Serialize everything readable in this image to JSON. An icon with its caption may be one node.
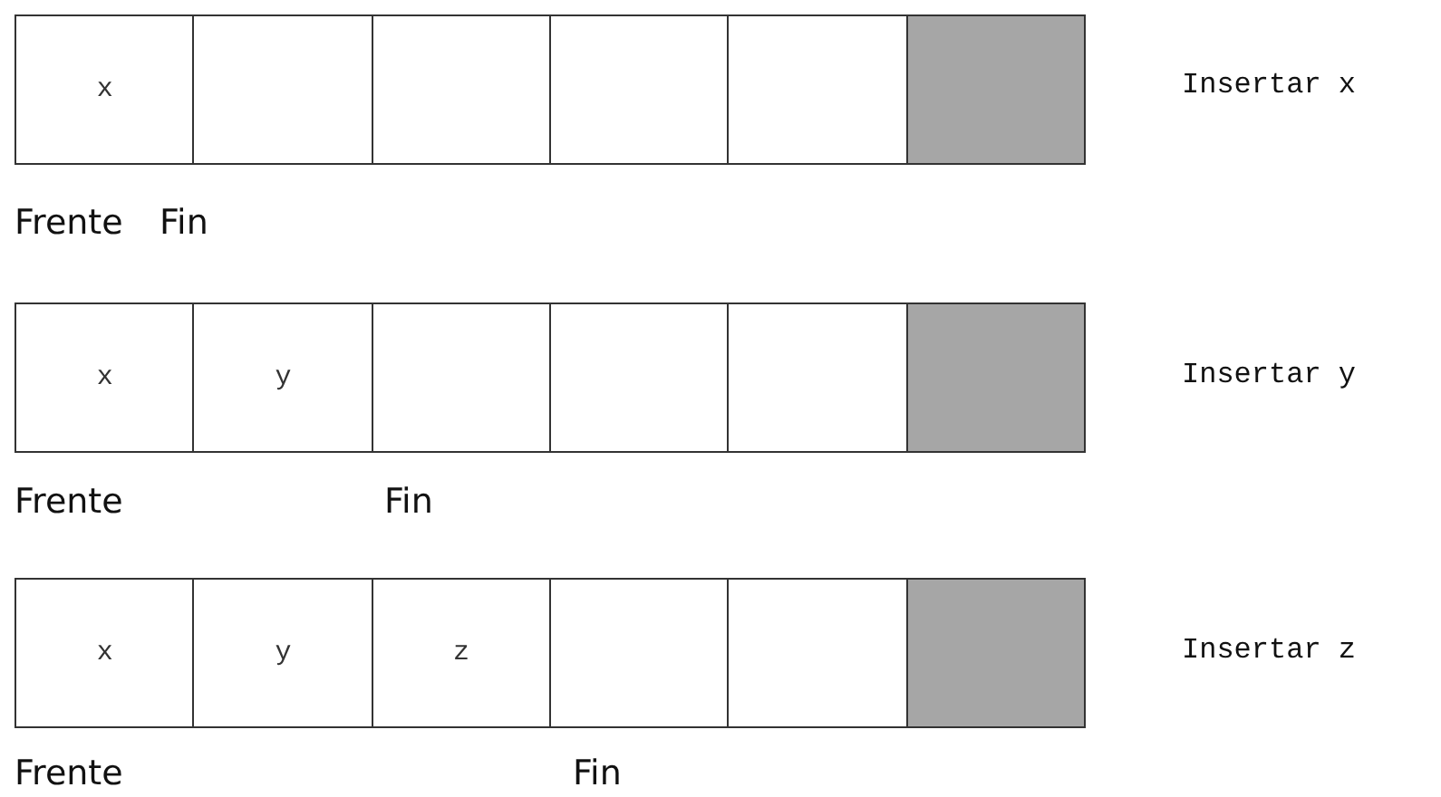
{
  "diagram": {
    "nodes": [
      {
        "text": [
          "x"
        ]
      },
      {
        "text": [],
        "shape": "box"
      },
      {
        "text": [],
        "shape": "box"
      },
      {
        "text": [],
        "shape": "box"
      },
      {
        "text": [],
        "shape": "box"
      },
      {
        "text": [],
        "shape": "box"
      },
      {
        "text": [
          "x"
        ]
      },
      {
        "text": [
          "y"
        ]
      },
      {
        "text": [],
        "shape": "box"
      },
      {
        "text": [],
        "shape": "box"
      },
      {
        "text": [],
        "shape": "box"
      },
      {
        "text": [],
        "shape": "box"
      },
      {
        "text": [
          "x"
        ]
      },
      {
        "text": [
          "y"
        ]
      },
      {
        "text": [
          "z"
        ]
      },
      {
        "text": [],
        "shape": "box"
      },
      {
        "text": [],
        "shape": "box"
      },
      {
        "text": [],
        "shape": "box"
      }
    ],
    "labels": [
      "Insertar x",
      "Frente",
      "Fin",
      "Insertar y",
      "Frente",
      "Fin",
      "Insertar z",
      "Frente",
      "Fin"
    ]
  }
}
